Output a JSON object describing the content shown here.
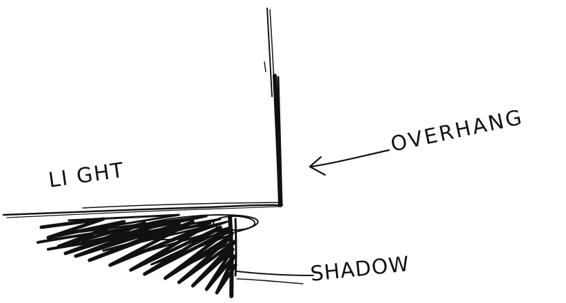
{
  "labels": {
    "light": "LI GHT",
    "overhang": "OVERHANG",
    "shadow": "SHADOW"
  },
  "colors": {
    "ink": "#111111",
    "paper": "#ffffff"
  }
}
